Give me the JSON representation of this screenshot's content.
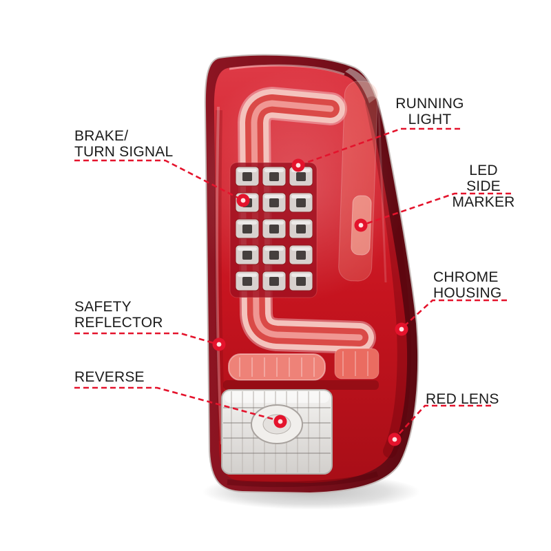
{
  "annotations": {
    "brake_turn_signal": {
      "label": "BRAKE/\nTURN SIGNAL"
    },
    "safety_reflector": {
      "label": "SAFETY\nREFLECTOR"
    },
    "reverse": {
      "label": "REVERSE"
    },
    "running_light": {
      "label": "RUNNING\nLIGHT"
    },
    "led_side_marker": {
      "label": "LED SIDE\nMARKER"
    },
    "chrome_housing": {
      "label": "CHROME\nHOUSING"
    },
    "red_lens": {
      "label": "RED LENS"
    }
  },
  "colors": {
    "callout_red": "#e4132c",
    "text_dark": "#1b1b1b",
    "lens_red": "#cf1b28",
    "housing_maroon": "#6e0d16",
    "chrome_silver": "#c9bfbd",
    "reverse_white": "#efedeb",
    "background": "#ffffff"
  }
}
